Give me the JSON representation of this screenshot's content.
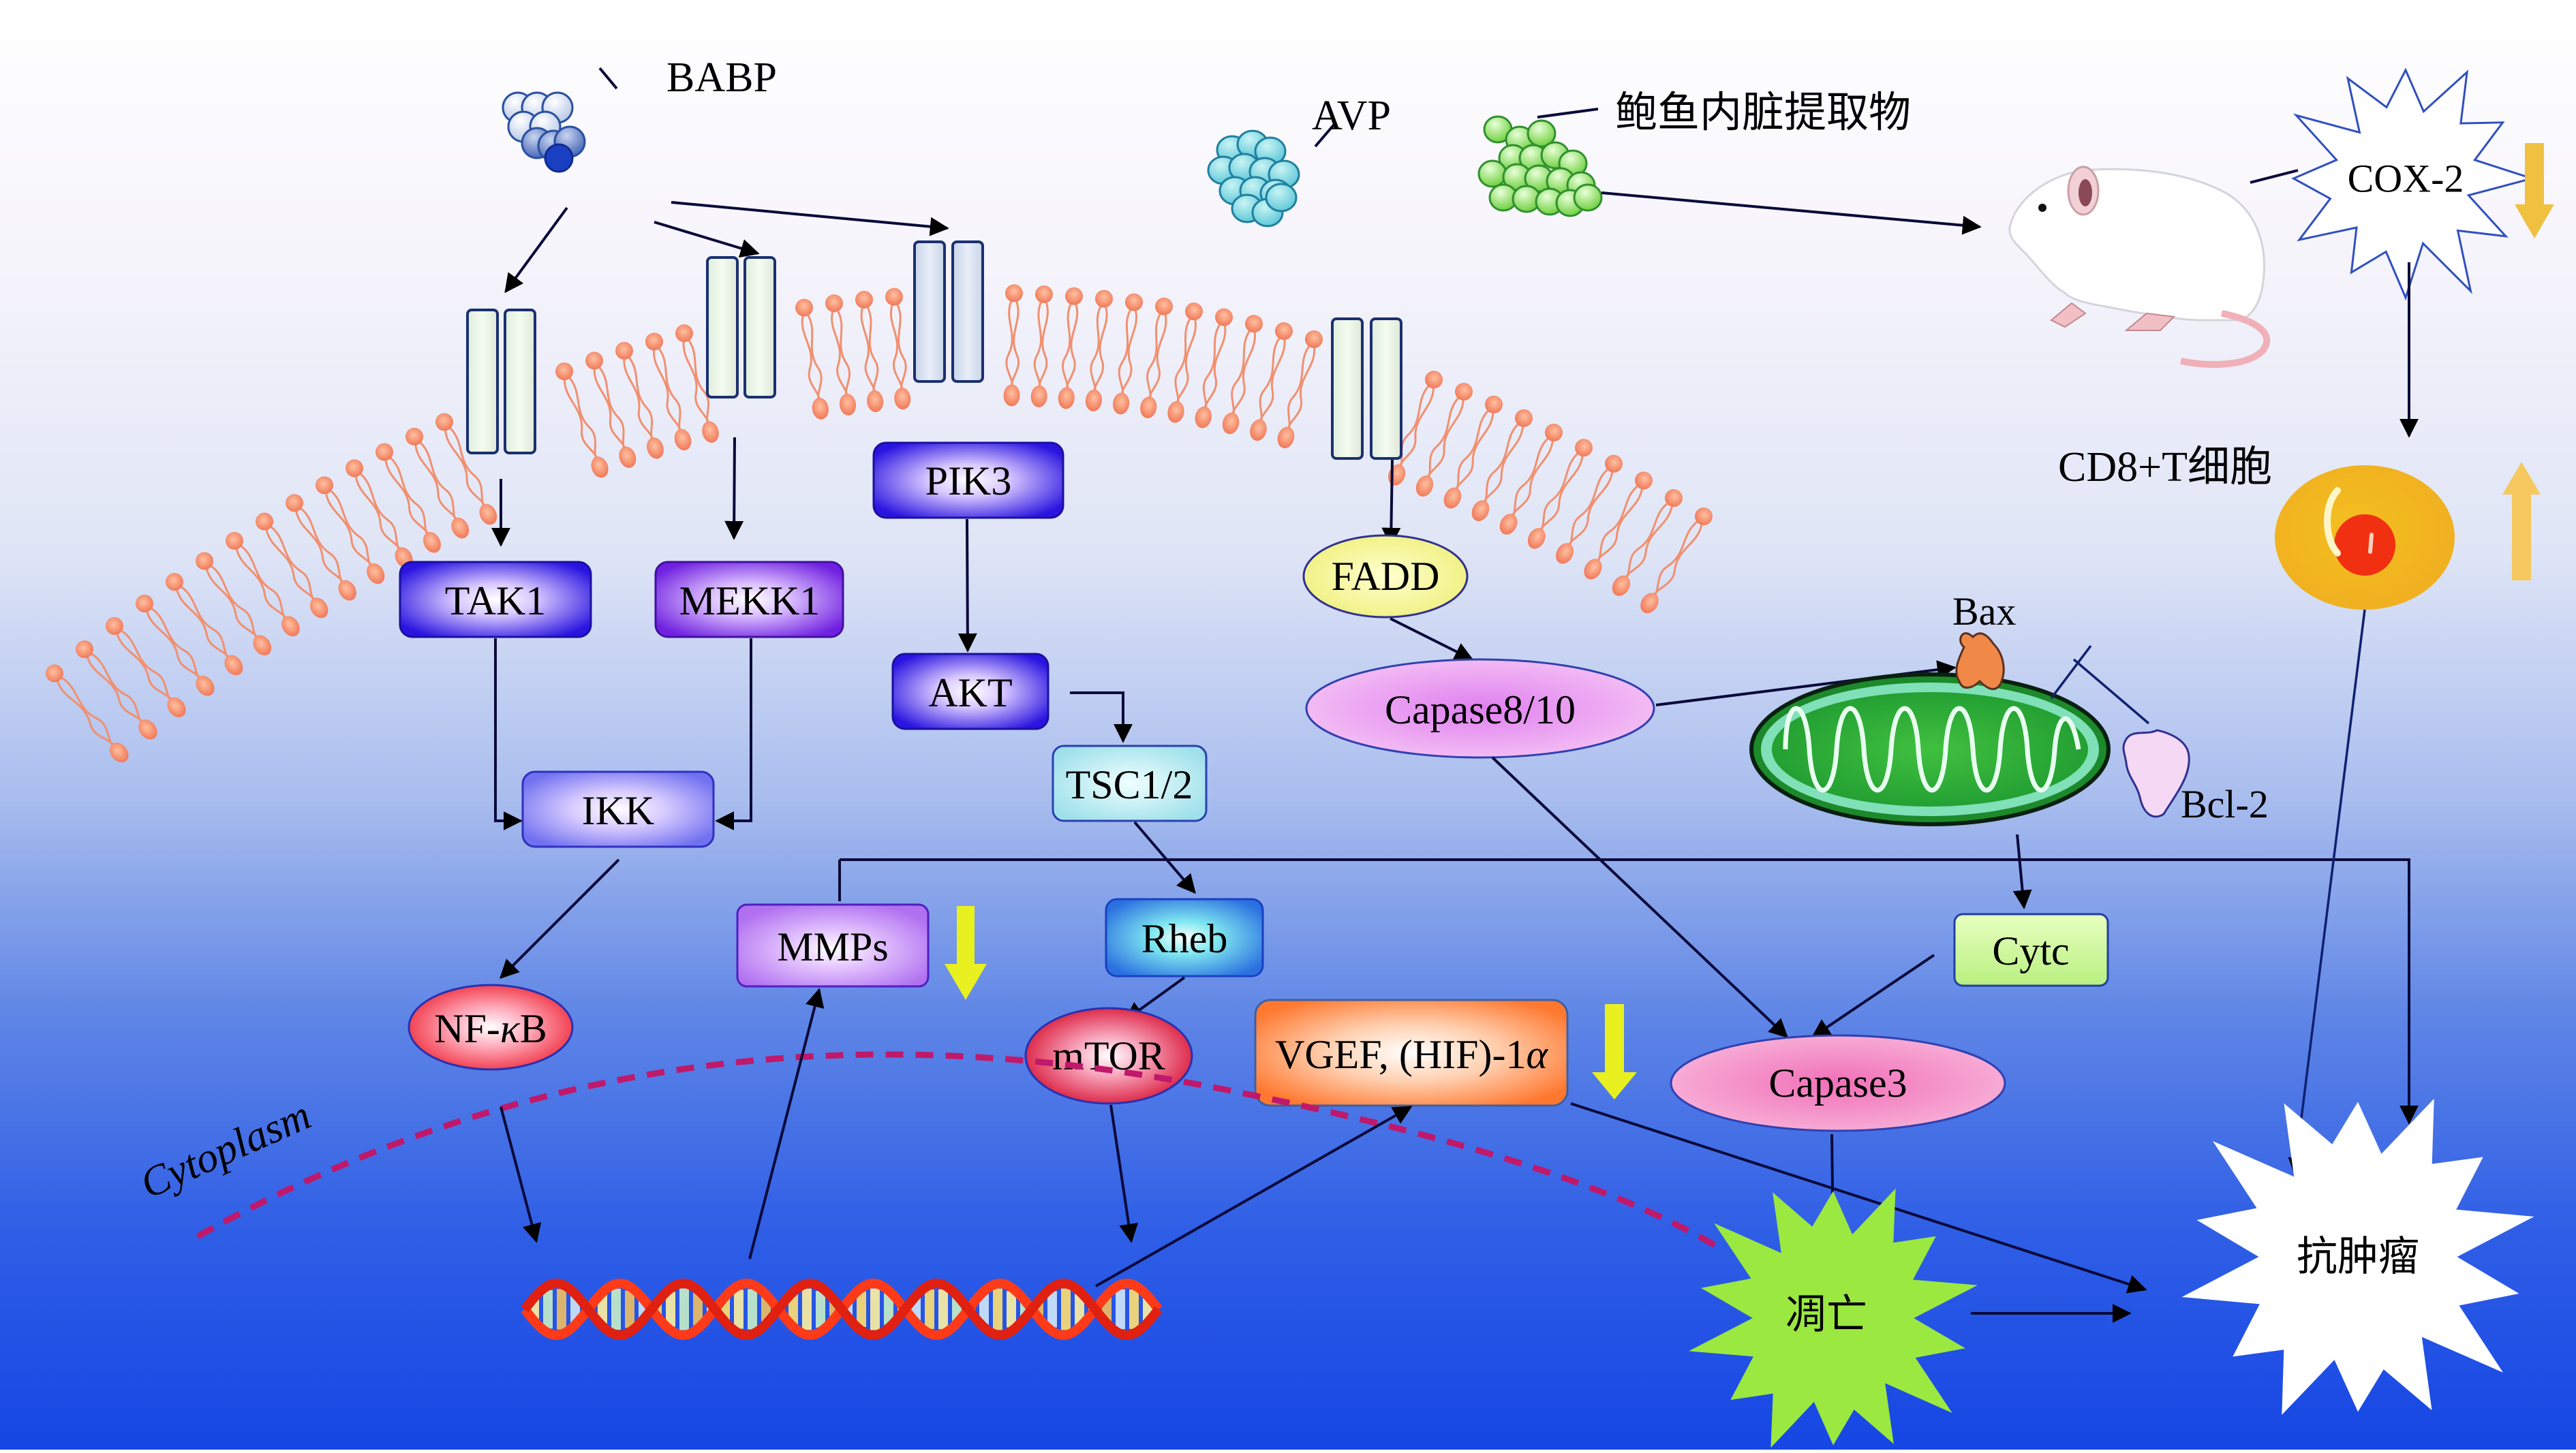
{
  "diagram": {
    "title": "Abalone viscera extract anti-tumor signaling pathways",
    "compounds": {
      "babp": "BABP",
      "avp": "AVP",
      "extract": "鲍鱼内脏提取物"
    },
    "membrane_region": "Cytoplasm",
    "nodes": {
      "tak1": "TAK1",
      "mekk1": "MEKK1",
      "pik3": "PIK3",
      "akt": "AKT",
      "ikk": "IKK",
      "tsc": "TSC1/2",
      "fadd": "FADD",
      "capase810": "Capase8/10",
      "bax": "Bax",
      "bcl2": "Bcl-2",
      "cytc": "Cytc",
      "capase3": "Capase3",
      "nfkb_prefix": "NF-",
      "nfkb_kappa": "κ",
      "nfkb_suffix": "B",
      "mmps": "MMPs",
      "rheb": "Rheb",
      "mtor": "mTOR",
      "vgef_main": "VGEF, (HIF)-1",
      "vgef_alpha": "α",
      "cox2": "COX-2",
      "cd8": "CD8+T细胞",
      "apoptosis": "凋亡",
      "antitumor": "抗肿瘤"
    },
    "regulation": {
      "mmps": "down",
      "vgef": "down",
      "cox2": "down",
      "cd8": "up"
    },
    "colors": {
      "down_arrow_yellow": "#e8f020",
      "cox_arrow": "#f0c040",
      "cd8_arrow": "#f5c860",
      "babp_blue": "#2040a0",
      "avp_teal": "#7ad8e0",
      "extract_green": "#8ee060",
      "apoptosis_green": "#9be840"
    }
  }
}
